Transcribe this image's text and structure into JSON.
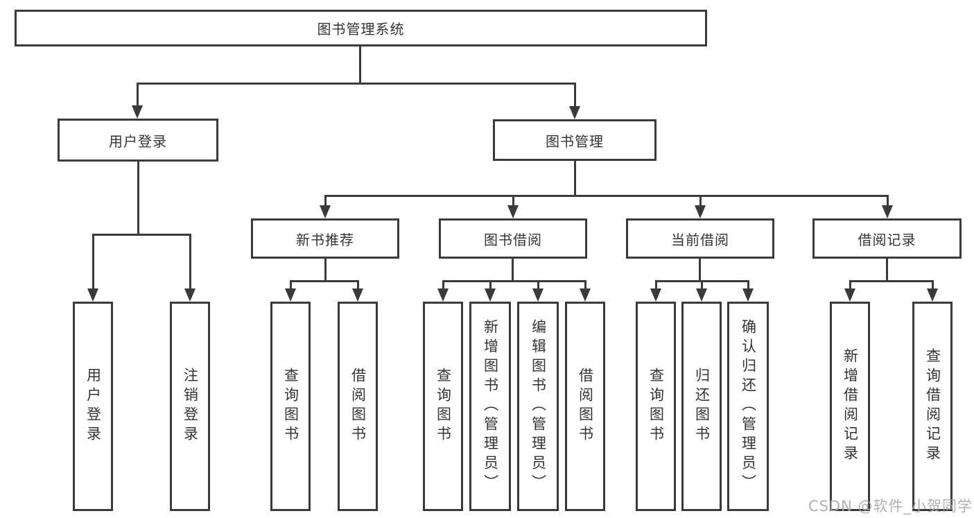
{
  "diagram": {
    "nodes": {
      "root": "图书管理系统",
      "user_login": "用户登录",
      "book_mgmt": "图书管理",
      "new_book_rec": "新书推荐",
      "book_borrow": "图书借阅",
      "current_borrow": "当前借阅",
      "borrow_record": "借阅记录",
      "leaf_user_login": "用户登录",
      "leaf_logout": "注销登录",
      "leaf_query_book_1": "查询图书",
      "leaf_borrow_book_1": "借阅图书",
      "leaf_query_book_2": "查询图书",
      "leaf_add_book": "新增图书（管理员）",
      "leaf_edit_book": "编辑图书（管理员）",
      "leaf_borrow_book_2": "借阅图书",
      "leaf_query_book_3": "查询图书",
      "leaf_return_book": "归还图书",
      "leaf_confirm_return": "确认归还（管理员）",
      "leaf_add_record": "新增借阅记录",
      "leaf_query_record": "查询借阅记录"
    },
    "hierarchy": {
      "图书管理系统": {
        "用户登录": [
          "用户登录",
          "注销登录"
        ],
        "图书管理": {
          "新书推荐": [
            "查询图书",
            "借阅图书"
          ],
          "图书借阅": [
            "查询图书",
            "新增图书（管理员）",
            "编辑图书（管理员）",
            "借阅图书"
          ],
          "当前借阅": [
            "查询图书",
            "归还图书",
            "确认归还（管理员）"
          ],
          "借阅记录": [
            "新增借阅记录",
            "查询借阅记录"
          ]
        }
      }
    }
  },
  "watermark": "CSDN @软件_小贺同学",
  "colors": {
    "line": "#3a3a3a",
    "text": "#333333",
    "background": "#ffffff",
    "watermark": "#a8a8a8"
  }
}
